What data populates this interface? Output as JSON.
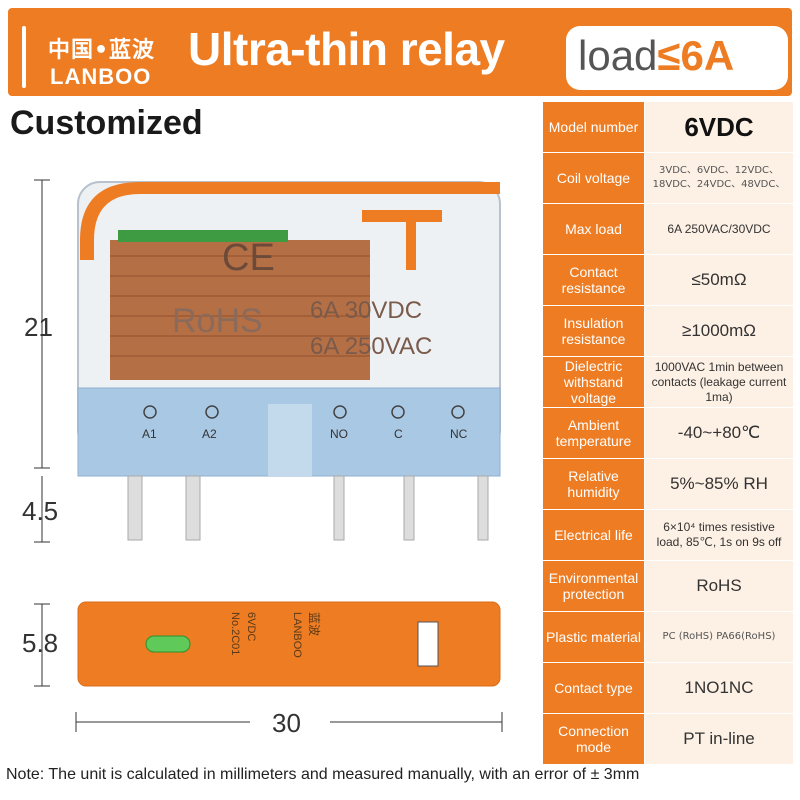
{
  "header": {
    "logo_cn": "中国•蓝波",
    "logo_en": "LANBOO",
    "title": "Ultra-thin relay",
    "load_prefix": "load",
    "load_value": "≤6A"
  },
  "section_title": "Customized",
  "relay": {
    "rating_line1": "6A  30VDC",
    "rating_line2": "6A  250VAC",
    "rohs_mark": "RoHS",
    "ce_mark": "CE",
    "terminals": [
      "A1",
      "A2",
      "NO",
      "C",
      "NC"
    ],
    "top_brand": "LANBOO",
    "top_brand_cn": "蓝波",
    "top_voltage": "6VDC",
    "top_model": "No.2C01"
  },
  "dimensions": {
    "height": "21",
    "pin_length": "4.5",
    "thickness": "5.8",
    "length": "30"
  },
  "specs": [
    {
      "label": "Model number",
      "value": "6VDC",
      "style": "big"
    },
    {
      "label": "Coil voltage",
      "value": "3VDC、6VDC、12VDC、18VDC、24VDC、48VDC、",
      "style": "small"
    },
    {
      "label": "Max load",
      "value": "6A 250VAC/30VDC",
      "style": "mid"
    },
    {
      "label": "Contact resistance",
      "value": "≤50mΩ",
      "style": ""
    },
    {
      "label": "Insulation resistance",
      "value": "≥1000mΩ",
      "style": ""
    },
    {
      "label": "Dielectric withstand voltage",
      "value": "1000VAC 1min between contacts (leakage current 1ma)",
      "style": "mid"
    },
    {
      "label": "Ambient temperature",
      "value": "-40~+80℃",
      "style": ""
    },
    {
      "label": "Relative humidity",
      "value": "5%~85% RH",
      "style": ""
    },
    {
      "label": "Electrical life",
      "value": "6×10⁴ times resistive load, 85℃, 1s on 9s off",
      "style": "mid"
    },
    {
      "label": "Environmental protection",
      "value": "RoHS",
      "style": ""
    },
    {
      "label": "Plastic material",
      "value": "PC (RoHS) PA66(RoHS)",
      "style": "small"
    },
    {
      "label": "Contact type",
      "value": "1NO1NC",
      "style": ""
    },
    {
      "label": "Connection mode",
      "value": "PT in-line",
      "style": ""
    }
  ],
  "note": "Note: The unit is calculated in millimeters and measured manually, with an error of ± 3mm",
  "colors": {
    "accent": "#ee7c22",
    "cell_bg": "#fdf0e4",
    "relay_body": "#a9c8e4"
  }
}
